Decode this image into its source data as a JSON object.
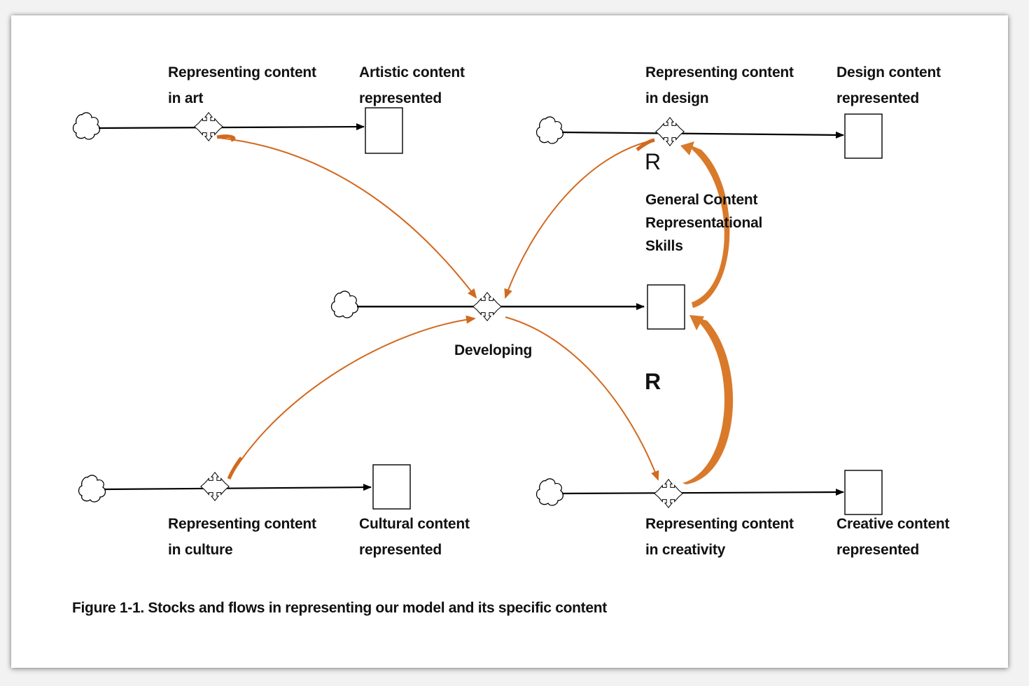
{
  "flows": {
    "art": {
      "valve_label_1": "Representing content",
      "valve_label_2": "in art",
      "stock_label_1": "Artistic content",
      "stock_label_2": "represented"
    },
    "design": {
      "valve_label_1": "Representing content",
      "valve_label_2": "in design",
      "stock_label_1": "Design content",
      "stock_label_2": "represented"
    },
    "culture": {
      "valve_label_1": "Representing content",
      "valve_label_2": "in culture",
      "stock_label_1": "Cultural content",
      "stock_label_2": "represented"
    },
    "creativity": {
      "valve_label_1": "Representing content",
      "valve_label_2": "in creativity",
      "stock_label_1": "Creative content",
      "stock_label_2": "represented"
    },
    "developing": {
      "valve_label": "Developing",
      "stock_label_1": "General Content",
      "stock_label_2": "Representational",
      "stock_label_3": "Skills"
    }
  },
  "loops": {
    "upper": "R",
    "lower": "R"
  },
  "caption": "Figure 1-1. Stocks and flows in representing our model and its specific content",
  "colors": {
    "flow_line": "#000000",
    "link_arrow": "#d2691e",
    "stock_fill": "#ffffff"
  }
}
